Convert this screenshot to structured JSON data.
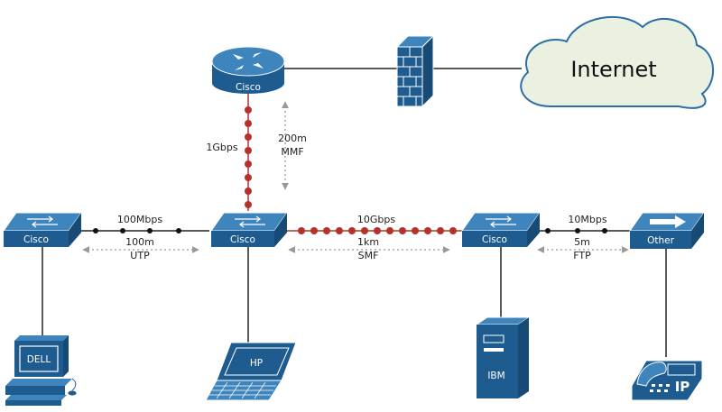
{
  "cloud": {
    "label": "Internet"
  },
  "devices": {
    "router": {
      "label": "Cisco"
    },
    "switch_left": {
      "label": "Cisco"
    },
    "switch_center": {
      "label": "Cisco"
    },
    "switch_right": {
      "label": "Cisco"
    },
    "switch_other": {
      "label": "Other"
    },
    "desktop": {
      "label": "DELL"
    },
    "laptop": {
      "label": "HP"
    },
    "server": {
      "label": "IBM"
    },
    "phone": {
      "label": "IP"
    }
  },
  "links": {
    "router_center": {
      "speed": "1Gbps",
      "distance": "200m",
      "medium": "MMF"
    },
    "left_center": {
      "speed": "100Mbps",
      "distance": "100m",
      "medium": "UTP"
    },
    "center_right": {
      "speed": "10Gbps",
      "distance": "1km",
      "medium": "SMF"
    },
    "right_other": {
      "speed": "10Mbps",
      "distance": "5m",
      "medium": "FTP"
    }
  },
  "colors": {
    "device_blue": "#1e5b8e",
    "device_top": "#3f85bd",
    "fiber_red": "#b3332b",
    "cloud_fill": "#eaf1e1",
    "cloud_stroke": "#2c6fa6"
  }
}
